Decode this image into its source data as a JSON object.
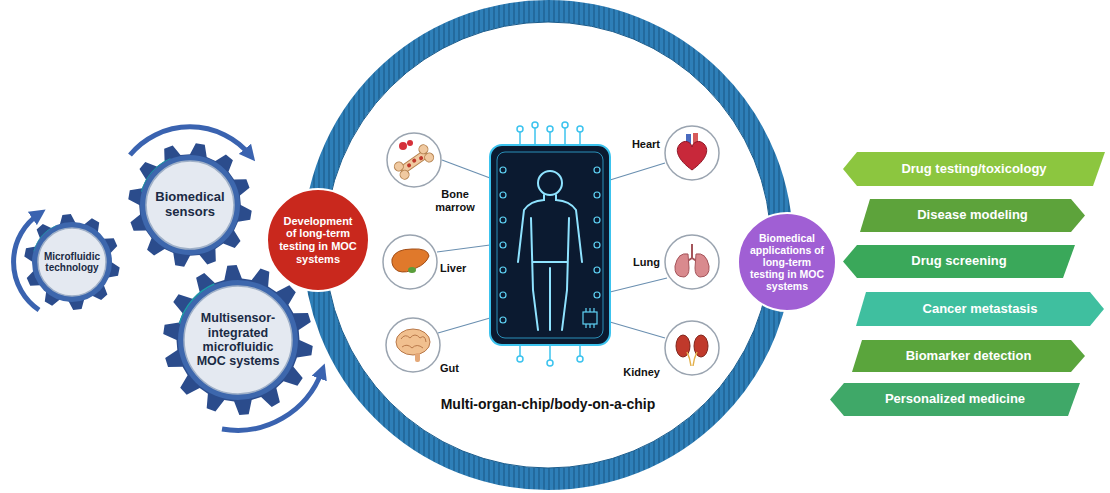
{
  "diagram": {
    "nodes": [
      {
        "text": [
          "Microfluidic technology"
        ]
      },
      {
        "text": [
          "Biomedical sensors"
        ]
      },
      {
        "text": [
          "Multisensor-integrated microfluidic MOC systems"
        ]
      },
      {
        "text": [
          "Development of long-term testing in MOC systems"
        ]
      },
      {
        "text": [
          "Multi-organ-chip/body-on-a-chip"
        ]
      },
      {
        "text": [
          "Bone marrow"
        ],
        "in": 4
      },
      {
        "text": [
          "Heart"
        ],
        "in": 4
      },
      {
        "text": [
          "Liver"
        ],
        "in": 4
      },
      {
        "text": [
          "Lung"
        ],
        "in": 4
      },
      {
        "text": [
          "Gut"
        ],
        "in": 4
      },
      {
        "text": [
          "Kidney"
        ],
        "in": 4
      },
      {
        "text": [
          "Biomedical applications of long-term testing in MOC systems"
        ]
      },
      {
        "text": [
          "Drug testing/toxicology"
        ]
      },
      {
        "text": [
          "Disease modeling"
        ]
      },
      {
        "text": [
          "Drug screening"
        ]
      },
      {
        "text": [
          "Cancer metastasis"
        ]
      },
      {
        "text": [
          "Biomarker detection"
        ]
      },
      {
        "text": [
          "Personalized medicine"
        ]
      }
    ]
  }
}
